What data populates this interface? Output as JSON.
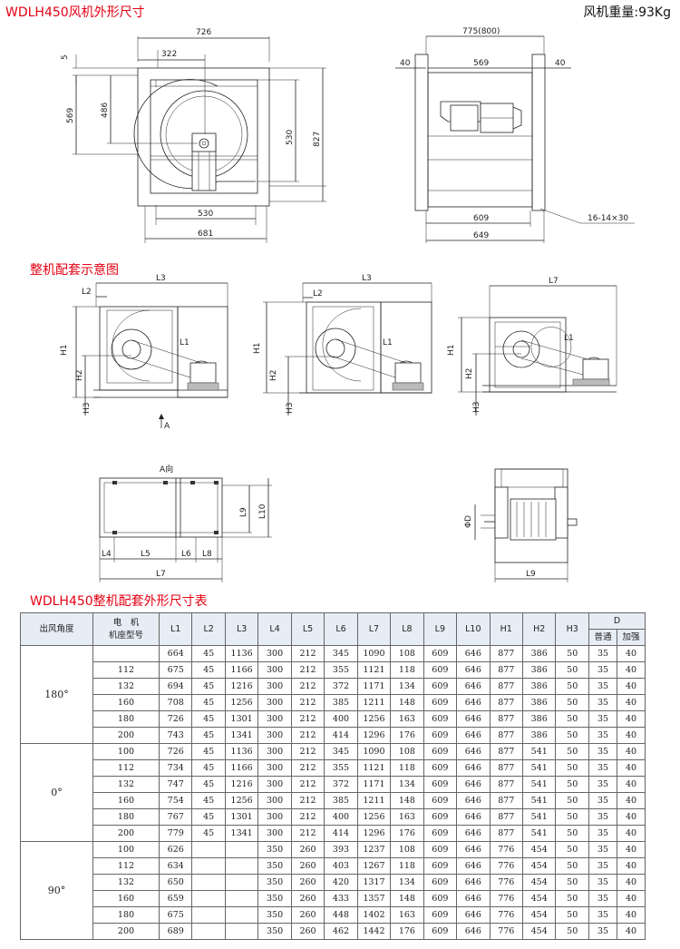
{
  "titles": {
    "main": "WDLH450风机外形尺寸",
    "weight": "风机重量:93Kg",
    "matching": "整机配套示意图",
    "table_title": "WDLH450整机配套外形尺寸表"
  },
  "front_view_dims": [
    "726",
    "322",
    "5",
    "569",
    "486",
    "530",
    "827",
    "530",
    "681"
  ],
  "side_view_dims": [
    "775(800)",
    "40",
    "569",
    "40",
    "609",
    "649",
    "16-14×30"
  ],
  "assembly_labels": {
    "L3": "L3",
    "L2": "L2",
    "L1": "L1",
    "H1": "H1",
    "H2": "H2",
    "H3": "H3",
    "L7": "L7",
    "A": "A"
  },
  "bottom_labels": {
    "A_view": "A向",
    "L9": "L9",
    "L10": "L10",
    "L4": "L4",
    "L5": "L5",
    "L6": "L6",
    "L8": "L8",
    "L7": "L7",
    "phiD": "ΦD",
    "L9b": "L9"
  },
  "table": {
    "head_angle": "出风角度",
    "head_motor_top": "电　机",
    "head_motor_bottom": "机座型号",
    "cols": [
      "L1",
      "L2",
      "L3",
      "L4",
      "L5",
      "L6",
      "L7",
      "L8",
      "L9",
      "L10",
      "H1",
      "H2",
      "H3"
    ],
    "head_D": "D",
    "head_normal": "普通",
    "head_reinforced": "加强",
    "groups": [
      {
        "angle": "180°",
        "rows": [
          [
            "",
            "664",
            "45",
            "1136",
            "300",
            "212",
            "345",
            "1090",
            "108",
            "609",
            "646",
            "877",
            "386",
            "50",
            "35",
            "40"
          ],
          [
            "112",
            "675",
            "45",
            "1166",
            "300",
            "212",
            "355",
            "1121",
            "118",
            "609",
            "646",
            "877",
            "386",
            "50",
            "35",
            "40"
          ],
          [
            "132",
            "694",
            "45",
            "1216",
            "300",
            "212",
            "372",
            "1171",
            "134",
            "609",
            "646",
            "877",
            "386",
            "50",
            "35",
            "40"
          ],
          [
            "160",
            "708",
            "45",
            "1256",
            "300",
            "212",
            "385",
            "1211",
            "148",
            "609",
            "646",
            "877",
            "386",
            "50",
            "35",
            "40"
          ],
          [
            "180",
            "726",
            "45",
            "1301",
            "300",
            "212",
            "400",
            "1256",
            "163",
            "609",
            "646",
            "877",
            "386",
            "50",
            "35",
            "40"
          ],
          [
            "200",
            "743",
            "45",
            "1341",
            "300",
            "212",
            "414",
            "1296",
            "176",
            "609",
            "646",
            "877",
            "386",
            "50",
            "35",
            "40"
          ]
        ]
      },
      {
        "angle": "0°",
        "rows": [
          [
            "100",
            "726",
            "45",
            "1136",
            "300",
            "212",
            "345",
            "1090",
            "108",
            "609",
            "646",
            "877",
            "541",
            "50",
            "35",
            "40"
          ],
          [
            "112",
            "734",
            "45",
            "1166",
            "300",
            "212",
            "355",
            "1121",
            "118",
            "609",
            "646",
            "877",
            "541",
            "50",
            "35",
            "40"
          ],
          [
            "132",
            "747",
            "45",
            "1216",
            "300",
            "212",
            "372",
            "1171",
            "134",
            "609",
            "646",
            "877",
            "541",
            "50",
            "35",
            "40"
          ],
          [
            "160",
            "754",
            "45",
            "1256",
            "300",
            "212",
            "385",
            "1211",
            "148",
            "609",
            "646",
            "877",
            "541",
            "50",
            "35",
            "40"
          ],
          [
            "180",
            "767",
            "45",
            "1301",
            "300",
            "212",
            "400",
            "1256",
            "163",
            "609",
            "646",
            "877",
            "541",
            "50",
            "35",
            "40"
          ],
          [
            "200",
            "779",
            "45",
            "1341",
            "300",
            "212",
            "414",
            "1296",
            "176",
            "609",
            "646",
            "877",
            "541",
            "50",
            "35",
            "40"
          ]
        ]
      },
      {
        "angle": "90°",
        "rows": [
          [
            "100",
            "626",
            "",
            "",
            "350",
            "260",
            "393",
            "1237",
            "108",
            "609",
            "646",
            "776",
            "454",
            "50",
            "35",
            "40"
          ],
          [
            "112",
            "634",
            "",
            "",
            "350",
            "260",
            "403",
            "1267",
            "118",
            "609",
            "646",
            "776",
            "454",
            "50",
            "35",
            "40"
          ],
          [
            "132",
            "650",
            "",
            "",
            "350",
            "260",
            "420",
            "1317",
            "134",
            "609",
            "646",
            "776",
            "454",
            "50",
            "35",
            "40"
          ],
          [
            "160",
            "659",
            "",
            "",
            "350",
            "260",
            "433",
            "1357",
            "148",
            "609",
            "646",
            "776",
            "454",
            "50",
            "35",
            "40"
          ],
          [
            "180",
            "675",
            "",
            "",
            "350",
            "260",
            "448",
            "1402",
            "163",
            "609",
            "646",
            "776",
            "454",
            "50",
            "35",
            "40"
          ],
          [
            "200",
            "689",
            "",
            "",
            "350",
            "260",
            "462",
            "1442",
            "176",
            "609",
            "646",
            "776",
            "454",
            "50",
            "35",
            "40"
          ]
        ]
      }
    ]
  }
}
